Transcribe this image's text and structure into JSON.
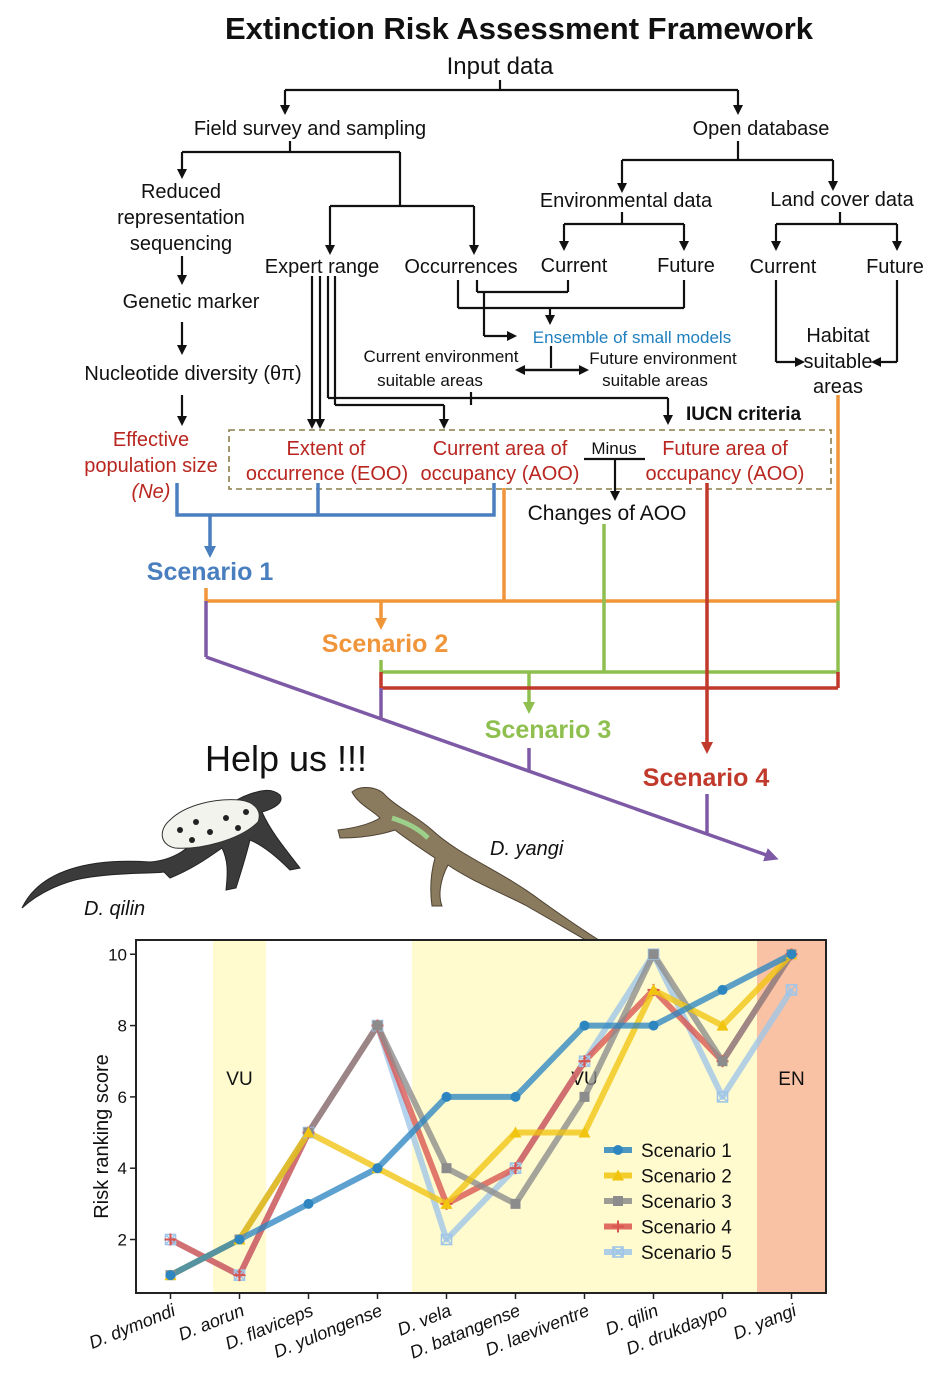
{
  "title": "Extinction Risk Assessment Framework",
  "nodes": {
    "input_data": "Input data",
    "field_survey": "Field survey and sampling",
    "open_database": "Open database",
    "rrs_line1": "Reduced",
    "rrs_line2": "representation",
    "rrs_line3": "sequencing",
    "genetic_marker": "Genetic marker",
    "nucleotide_diversity": "Nucleotide diversity (θπ)",
    "expert_range": "Expert range",
    "occurrences": "Occurrences",
    "environmental_data": "Environmental data",
    "land_cover_data": "Land cover data",
    "env_current": "Current",
    "env_future": "Future",
    "lc_current": "Current",
    "lc_future": "Future",
    "ensemble": "Ensemble  of  small  models",
    "cur_env_1": "Current environment",
    "cur_env_2": "suitable areas",
    "fut_env_1": "Future environment",
    "fut_env_2": "suitable areas",
    "habitat_1": "Habitat",
    "habitat_2": "suitable",
    "habitat_3": "areas",
    "iucn": "IUCN criteria",
    "ne_1": "Effective",
    "ne_2": "population size",
    "ne_3": "(Ne)",
    "eoo_1": "Extent of",
    "eoo_2": "occurrence (EOO)",
    "aoo_cur_1": "Current area of",
    "aoo_cur_2": "occupancy (AOO)",
    "minus": "Minus",
    "aoo_fut_1": "Future area of",
    "aoo_fut_2": "occupancy (AOO)",
    "changes_aoo": "Changes of AOO"
  },
  "scenarios": {
    "s1": "Scenario 1",
    "s2": "Scenario 2",
    "s3": "Scenario 3",
    "s4": "Scenario 4"
  },
  "help": "Help us !!!",
  "species_labels": {
    "qilin": "D. qilin",
    "yangi": "D. yangi"
  },
  "colors": {
    "s1": "#4a7fbf",
    "s2": "#f0953a",
    "s3": "#8fbf4f",
    "s4": "#c0392b",
    "s5": "#7e5aa6",
    "vu_band": "#fffbcf",
    "en_band": "#f9c2a4"
  },
  "chart_data": {
    "type": "line",
    "ylabel": "Risk ranking score",
    "xlabel": "",
    "ylim": [
      0.5,
      10.4
    ],
    "yticks": [
      2,
      4,
      6,
      8,
      10
    ],
    "categories": [
      "D. dymondi",
      "D. aorun",
      "D. flaviceps",
      "D. yulongense",
      "D. vela",
      "D. batangense",
      "D. laeviventre",
      "D. qilin",
      "D. drukdaypo",
      "D. yangi"
    ],
    "bands": [
      {
        "label": "VU",
        "from": 1,
        "to": 1,
        "color": "#fffbcf"
      },
      {
        "label": "VU",
        "from": 4,
        "to": 8,
        "color": "#fffbcf"
      },
      {
        "label": "EN",
        "from": 9,
        "to": 9,
        "color": "#f9c2a4"
      }
    ],
    "legend_position": "bottom-right",
    "series": [
      {
        "name": "Scenario 1",
        "color": "#2e86c1",
        "marker": "circle",
        "values": [
          1,
          2,
          3,
          4,
          6,
          6,
          8,
          8,
          9,
          10
        ]
      },
      {
        "name": "Scenario 2",
        "color": "#f1c40f",
        "marker": "triangle",
        "values": [
          1,
          2,
          5,
          4,
          3,
          5,
          5,
          9,
          8,
          10
        ]
      },
      {
        "name": "Scenario 3",
        "color": "#8c8c8c",
        "marker": "square",
        "values": [
          1,
          2,
          5,
          8,
          4,
          3,
          6,
          10,
          7,
          10
        ]
      },
      {
        "name": "Scenario 4",
        "color": "#d9534f",
        "marker": "plus",
        "values": [
          2,
          1,
          5,
          8,
          3,
          4,
          7,
          9,
          7,
          10
        ]
      },
      {
        "name": "Scenario 5",
        "color": "#9fc5e8",
        "marker": "xsquare",
        "values": [
          2,
          1,
          5,
          8,
          2,
          4,
          7,
          10,
          6,
          9
        ]
      }
    ]
  }
}
